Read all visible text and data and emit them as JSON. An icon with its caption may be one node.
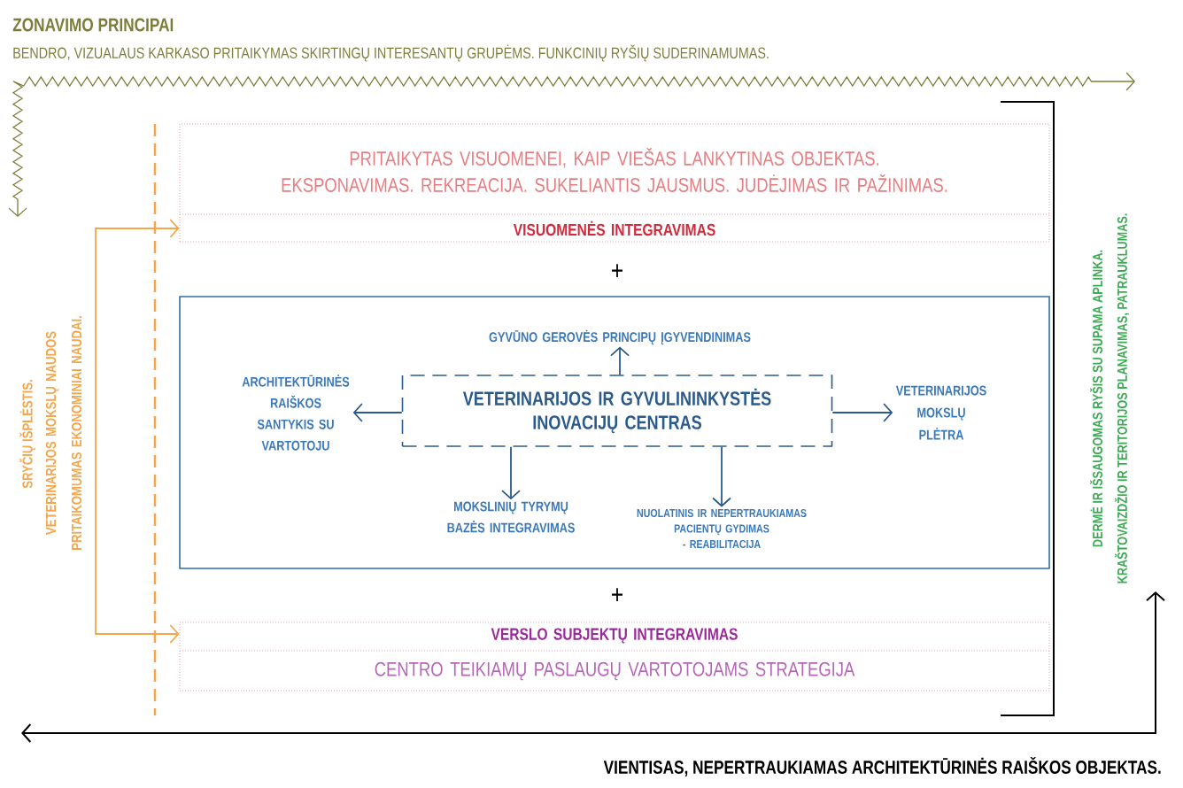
{
  "diagram": {
    "title": "ZONAVIMO PRINCIPAI",
    "nodes": [
      {
        "text": [
          "PRITAIKYTAS VISUOMENEI, KAIP VIEŠAS LANKYTINAS OBJEKTAS. EKSPONAVIMAS. REKREACIJA. SUKELIANTIS JAUSMUS. JUDĖJIMAS IR PAŽINIMAS.",
          "VISUOMENĖS INTEGRAVIMAS"
        ]
      },
      {
        "text": [],
        "shape": "box"
      },
      {
        "text": [
          "VETERINARIJOS IR GYVULININKYSTĖS INOVACIJŲ CENTRAS"
        ],
        "in": 1
      },
      {
        "text": [
          "GYVŪNO GEROVĖS PRINCIPŲ ĮGYVENDINIMAS"
        ],
        "in": 1
      },
      {
        "text": [
          "ARCHITEKTŪRINĖS RAIŠKOS SANTYKIS SU VARTOTOJU"
        ],
        "in": 1
      },
      {
        "text": [
          "VETERINARIJOS MOKSLŲ PLĖTRA"
        ],
        "in": 1
      },
      {
        "text": [
          "MOKSLINIŲ TYRYMŲ BAZĖS INTEGRAVIMAS"
        ],
        "in": 1
      },
      {
        "text": [
          "NUOLATINIS IR NEPERTRAUKIAMAS PACIENTŲ GYDIMAS - REABILITACIJA"
        ],
        "in": 1
      },
      {
        "text": [
          "VERSLO SUBJEKTŲ INTEGRAVIMAS",
          "CENTRO TEIKIAMŲ PASLAUGŲ VARTOTOJAMS STRATEGIJA"
        ]
      }
    ],
    "edges": [
      {
        "from": 2,
        "to": 3,
        "arrow": "to"
      },
      {
        "from": 2,
        "to": 4,
        "arrow": "to"
      },
      {
        "from": 2,
        "to": 5,
        "arrow": "to"
      },
      {
        "from": 2,
        "to": 6,
        "arrow": "to"
      },
      {
        "from": 2,
        "to": 7,
        "arrow": "to"
      },
      {
        "from": 0,
        "to": 8,
        "arrow": "both",
        "color": "#f5a54a"
      }
    ],
    "labels": [
      "BENDRO, VIZUALAUS KARKASO PRITAIKYMAS SKIRTINGŲ INTERESANTŲ GRUPĖMS. FUNKCINIŲ RYŠIŲ SUDERINAMUMAS.",
      "SRYČIŲ IŠPLĖSTIS.",
      "VETERINARIJOS MOKSLŲ NAUDOS PRITAIKOMUMAS EKONOMINIAI NAUDAI.",
      "+",
      "+",
      "DERMĖ IR IŠSAUGOMAS RYŠIS SU SUPAMA APLINKA.",
      "KRAŠTOVAIZDŽIO IR TERITORIJOS PLANAVIMAS, PATRAUKLUMAS.",
      "VIENTISAS, NEPERTRAUKIAMAS ARCHITEKTŪRINĖS RAIŠKOS OBJEKTAS."
    ]
  }
}
